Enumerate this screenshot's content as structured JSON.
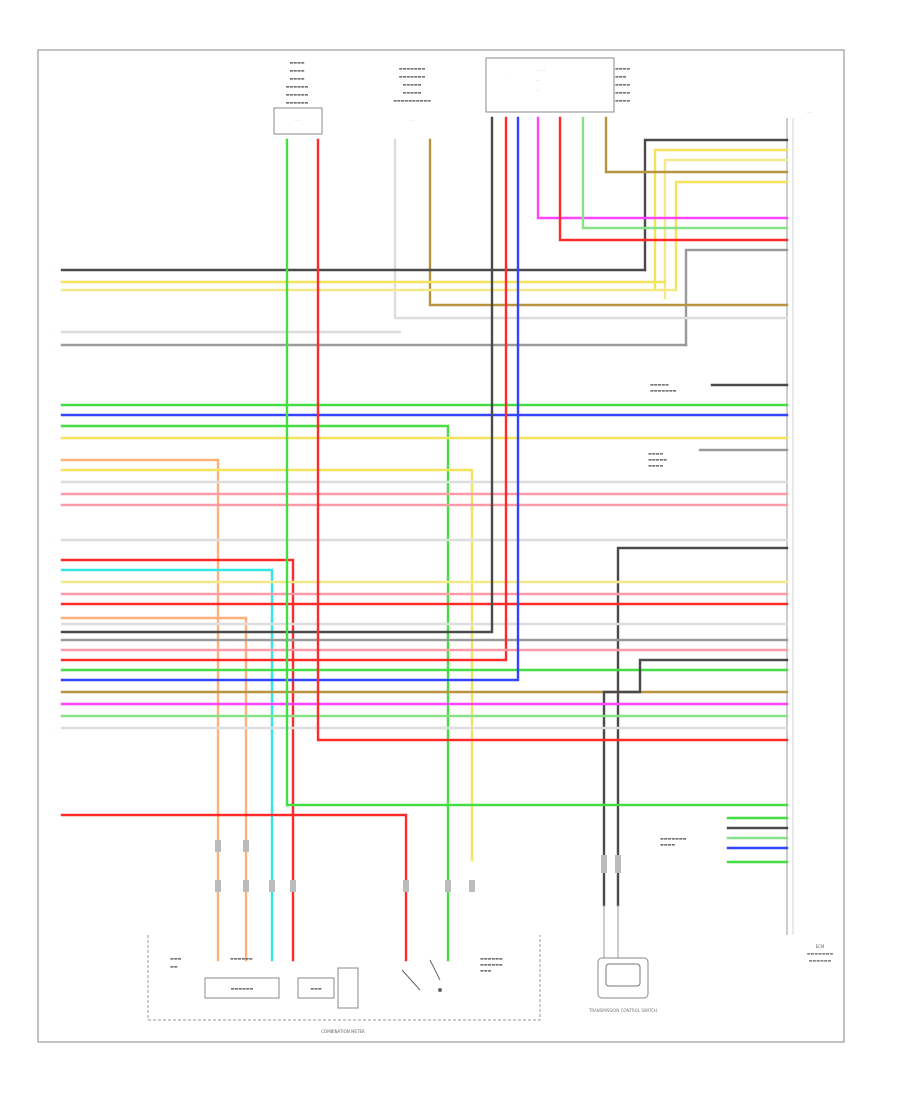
{
  "components": {
    "ecm": "ECM",
    "combination_meter": "COMBINATION METER",
    "transmission_control_switch": "TRANSMISSION CONTROL SWITCH",
    "top_left_1": "",
    "top_left_2": "",
    "top_right": ""
  },
  "page_code": "",
  "wire_colors": {
    "black": "#4a4a4a",
    "gray": "#9a9a9a",
    "yellow": "#f2e35a",
    "light_yellow": "#f3e98a",
    "tan": "#b89440",
    "green": "#44dd44",
    "light_green": "#88e088",
    "blue": "#3344ff",
    "red": "#ff2a2a",
    "pink": "#ff9aa8",
    "magenta": "#ff44ff",
    "cyan": "#33e6e6",
    "orange": "#ffb07a",
    "white": "#dddddd"
  }
}
